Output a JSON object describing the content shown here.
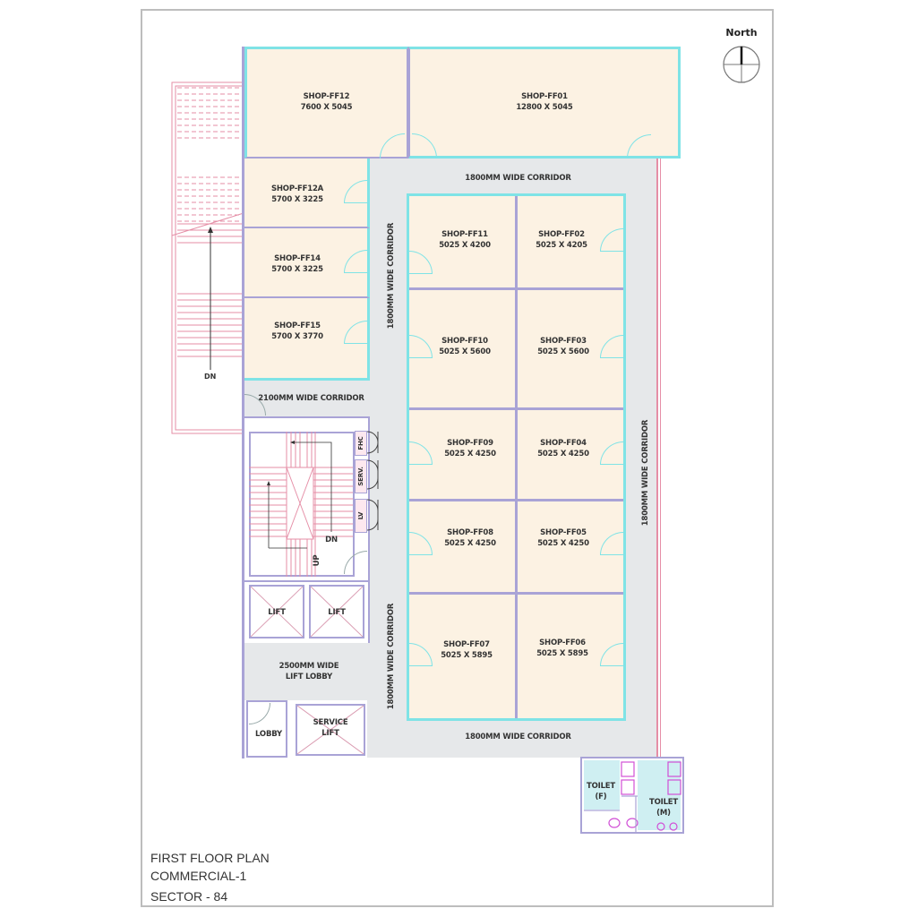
{
  "compass": {
    "label": "North"
  },
  "title_block": {
    "line1": "FIRST FLOOR PLAN",
    "line2": "COMMERCIAL-1",
    "line3": "SECTOR - 84"
  },
  "shops": {
    "ff12": {
      "name": "SHOP-FF12",
      "size": "7600 X 5045"
    },
    "ff01": {
      "name": "SHOP-FF01",
      "size": "12800 X 5045"
    },
    "ff12a": {
      "name": "SHOP-FF12A",
      "size": "5700 X 3225"
    },
    "ff14": {
      "name": "SHOP-FF14",
      "size": "5700 X 3225"
    },
    "ff15": {
      "name": "SHOP-FF15",
      "size": "5700 X 3770"
    },
    "ff11": {
      "name": "SHOP-FF11",
      "size": "5025 X 4200"
    },
    "ff02": {
      "name": "SHOP-FF02",
      "size": "5025 X 4205"
    },
    "ff10": {
      "name": "SHOP-FF10",
      "size": "5025 X 5600"
    },
    "ff03": {
      "name": "SHOP-FF03",
      "size": "5025 X 5600"
    },
    "ff09": {
      "name": "SHOP-FF09",
      "size": "5025 X 4250"
    },
    "ff04": {
      "name": "SHOP-FF04",
      "size": "5025 X 4250"
    },
    "ff08": {
      "name": "SHOP-FF08",
      "size": "5025 X 4250"
    },
    "ff05": {
      "name": "SHOP-FF05",
      "size": "5025 X 4250"
    },
    "ff07": {
      "name": "SHOP-FF07",
      "size": "5025 X 5895"
    },
    "ff06": {
      "name": "SHOP-FF06",
      "size": "5025 X 5895"
    }
  },
  "corridors": {
    "top": "1800MM WIDE CORRIDOR",
    "left_upper": "1800MM WIDE CORRIDOR",
    "left_lower": "1800MM WIDE CORRIDOR",
    "right": "1800MM WIDE CORRIDOR",
    "bottom": "1800MM WIDE CORRIDOR",
    "west": "2100MM WIDE CORRIDOR"
  },
  "core": {
    "stair_dn": "DN",
    "stair_up": "UP",
    "ext_stair_dn": "DN",
    "fhc": "FHC",
    "serv": "SERV.",
    "lv": "LV",
    "lift1": "LIFT",
    "lift2": "LIFT",
    "lobby_line1": "2500MM WIDE",
    "lobby_line2": "LIFT LOBBY",
    "lobby": "LOBBY",
    "service_lift_line1": "SERVICE",
    "service_lift_line2": "LIFT"
  },
  "toilets": {
    "female_line1": "TOILET",
    "female_line2": "(F)",
    "male_line1": "TOILET",
    "male_line2": "(M)"
  },
  "colors": {
    "shop_fill": "#fcf2e3",
    "shop_border": "#7fe3e6",
    "partition": "#a9a3d6",
    "corridor": "#e6e8ea",
    "stair_lines": "#e58ea6",
    "toilet_fill": "#cfeff2",
    "fixtures": "#d14fd6"
  }
}
